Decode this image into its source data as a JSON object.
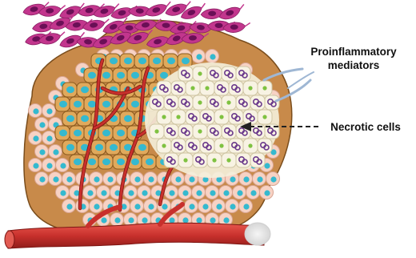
{
  "figure": {
    "labels": {
      "proinflammatory_line1": "Proinflammatory",
      "proinflammatory_line2": "mediators",
      "necrotic": "Necrotic cells"
    },
    "colors": {
      "healthy_cell_fill": "#f7d2c4",
      "healthy_cell_edge": "#d9a592",
      "nucleus": "#35b9cf",
      "tumor_cell_fill": "#e0a95c",
      "tumor_cell_edge": "#8b5a1e",
      "necrotic_fill": "#f4efdc",
      "necrotic_edge": "#cfc6a4",
      "debris_purple": "#6b3a8c",
      "debris_green": "#7fc241",
      "immune_cell": "#c2368d",
      "immune_nucleus": "#6a0f56",
      "vessel": "#c8302c",
      "arrow": "#222222",
      "mediator_arrow": "#9fb7d4"
    }
  }
}
